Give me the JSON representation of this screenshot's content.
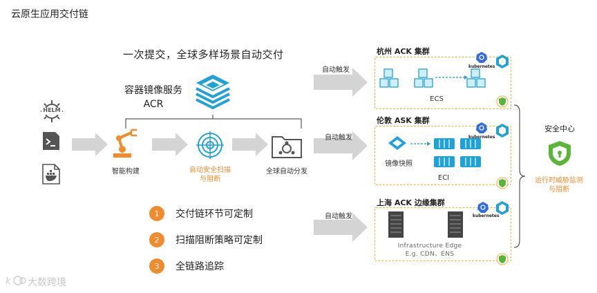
{
  "title": "云原生应用交付链",
  "headline": "一次提交，全球多样场景自动交付",
  "acr": {
    "line1": "容器镜像服务",
    "line2": "ACR"
  },
  "sources": {
    "helm_label": "HELM"
  },
  "steps": [
    {
      "label": "智能构建",
      "icon": "robot-arm-icon"
    },
    {
      "label": "自动安全扫描\n与阻断",
      "icon": "scan-target-icon"
    },
    {
      "label": "全球自动分发",
      "icon": "distribution-folder-icon"
    }
  ],
  "trigger_label": "自动触发",
  "features": [
    {
      "num": "1",
      "text": "交付链环节可定制"
    },
    {
      "num": "2",
      "text": "扫描阻断策略可定制"
    },
    {
      "num": "3",
      "text": "全链路追踪"
    }
  ],
  "clusters": [
    {
      "title": "杭州 ACK 集群",
      "caption": "ECS",
      "k8s_label": "kubernetes"
    },
    {
      "title": "伦敦  ASK 集群",
      "caption": "ECI",
      "snapshot_label": "镜像快照",
      "k8s_label": "kubernetes"
    },
    {
      "title": "上海  ACK 边缘集群",
      "infra_line1": "Infrastructure   Edge",
      "infra_line2": "E.g.  CDN、ENS",
      "k8s_label": "kubernetes"
    }
  ],
  "security": {
    "title": "安全中心",
    "note": "运行时威胁监测\n与阻断"
  },
  "watermark": "大数跨境",
  "colors": {
    "accent_blue": "#1fa2d8",
    "orange": "#f08c2e",
    "cluster_border": "#f2b233",
    "shield_green": "#5bb53a",
    "arrow_gray": "#d4d4d4"
  }
}
